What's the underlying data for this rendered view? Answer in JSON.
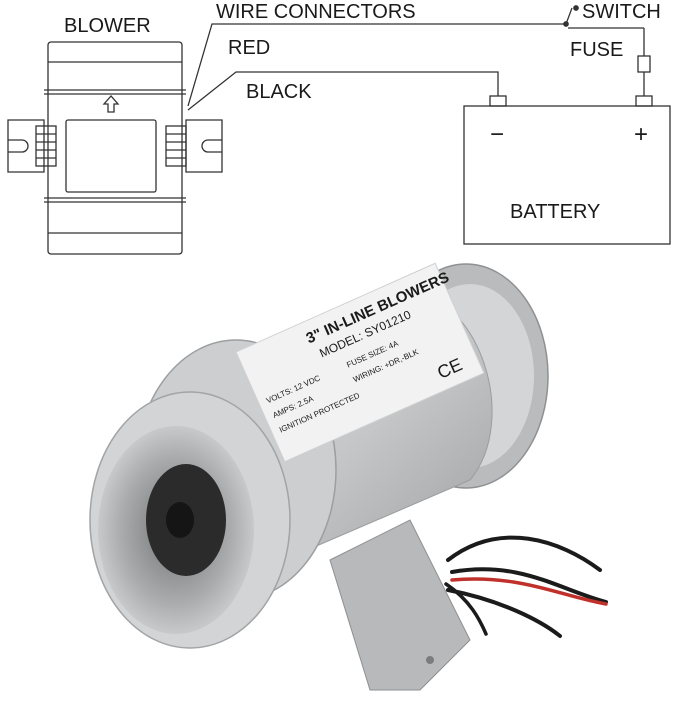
{
  "wiring": {
    "blower_label": "BLOWER",
    "wire_connectors_label": "WIRE CONNECTORS",
    "red_label": "RED",
    "black_label": "BLACK",
    "switch_label": "SWITCH",
    "fuse_label": "FUSE",
    "battery_label": "BATTERY",
    "minus_symbol": "−",
    "plus_symbol": "+"
  },
  "product_label": {
    "title": "3\" IN-LINE BLOWERS",
    "model": "MODEL: SY01210",
    "volts": "VOLTS: 12 VDC",
    "amps": "AMPS: 2.5A",
    "fuse_size": "FUSE SIZE: 4A",
    "wiring": "WIRING: +DR,-BLK",
    "ignition": "IGNITION PROTECTED",
    "ce_mark": "CE"
  },
  "colors": {
    "line": "#333333",
    "housing": "#c9cacb",
    "housing_shadow": "#9fa1a3",
    "red_wire": "#c0312b",
    "black_wire": "#1b1b1b"
  }
}
